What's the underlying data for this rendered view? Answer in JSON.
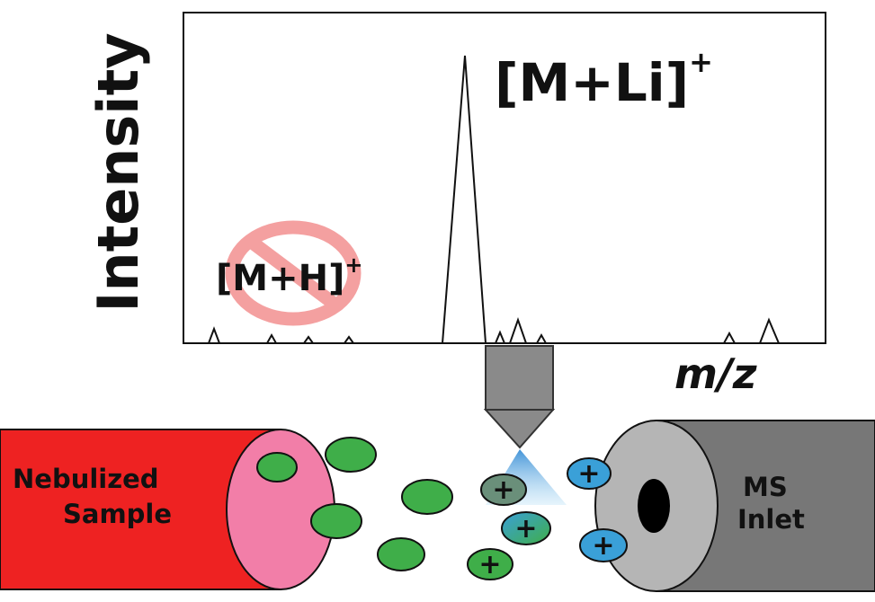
{
  "spectrum": {
    "y_axis_label": "Intensity",
    "x_axis_label": "m/z",
    "peak_label_main": "[M+Li]",
    "peak_label_main_sup": "+",
    "peak_label_blocked": "[M+H]",
    "peak_label_blocked_sup": "+"
  },
  "sample": {
    "label_line1": "Nebulized",
    "label_line2": "Sample"
  },
  "inlet": {
    "label_line1": "MS",
    "label_line2": "Inlet"
  },
  "ions": {
    "symbol": "+"
  },
  "colors": {
    "sample_tube": "#ee2222",
    "sample_face": "#f27ea8",
    "droplet": "#3fae49",
    "ion": "#3aa0d8",
    "inlet_body": "#777777",
    "inlet_face": "#b5b5b5",
    "emitter": "#8a8a8a",
    "spray": "#5fb8ea",
    "no_symbol": "#f4a0a0"
  },
  "icons": [
    "prohibited-icon",
    "emitter-icon",
    "spray-cone-icon"
  ]
}
